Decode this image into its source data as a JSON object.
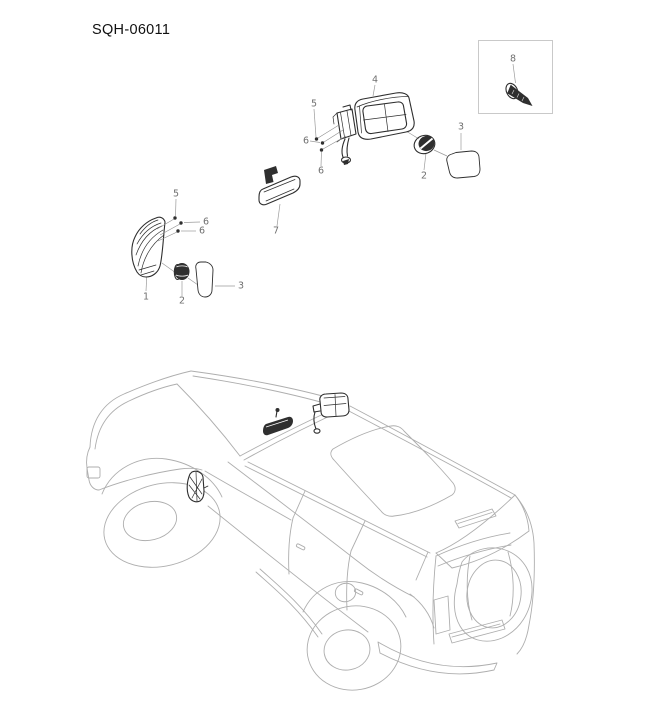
{
  "page": {
    "title": "SQH-06011"
  },
  "diagram": {
    "callouts": {
      "left_housing": "1",
      "left_actuator": "2",
      "left_glass": "3",
      "left_screw_top": "5",
      "left_screw_mid": "6",
      "left_screw_bot": "6",
      "inside_mirror": "7",
      "right_mirror": "4",
      "right_screw_top": "5",
      "right_screw_left": "6",
      "right_screw_bot": "6",
      "right_actuator": "2",
      "right_glass": "3",
      "boxed_screw": "8"
    },
    "colors": {
      "part_line": "#2e2e2e",
      "car_line": "#aeaeae",
      "label_text": "#6f6f6f",
      "leader": "#9a9a9a",
      "box_border": "#c9c9c9",
      "background": "#ffffff"
    }
  }
}
